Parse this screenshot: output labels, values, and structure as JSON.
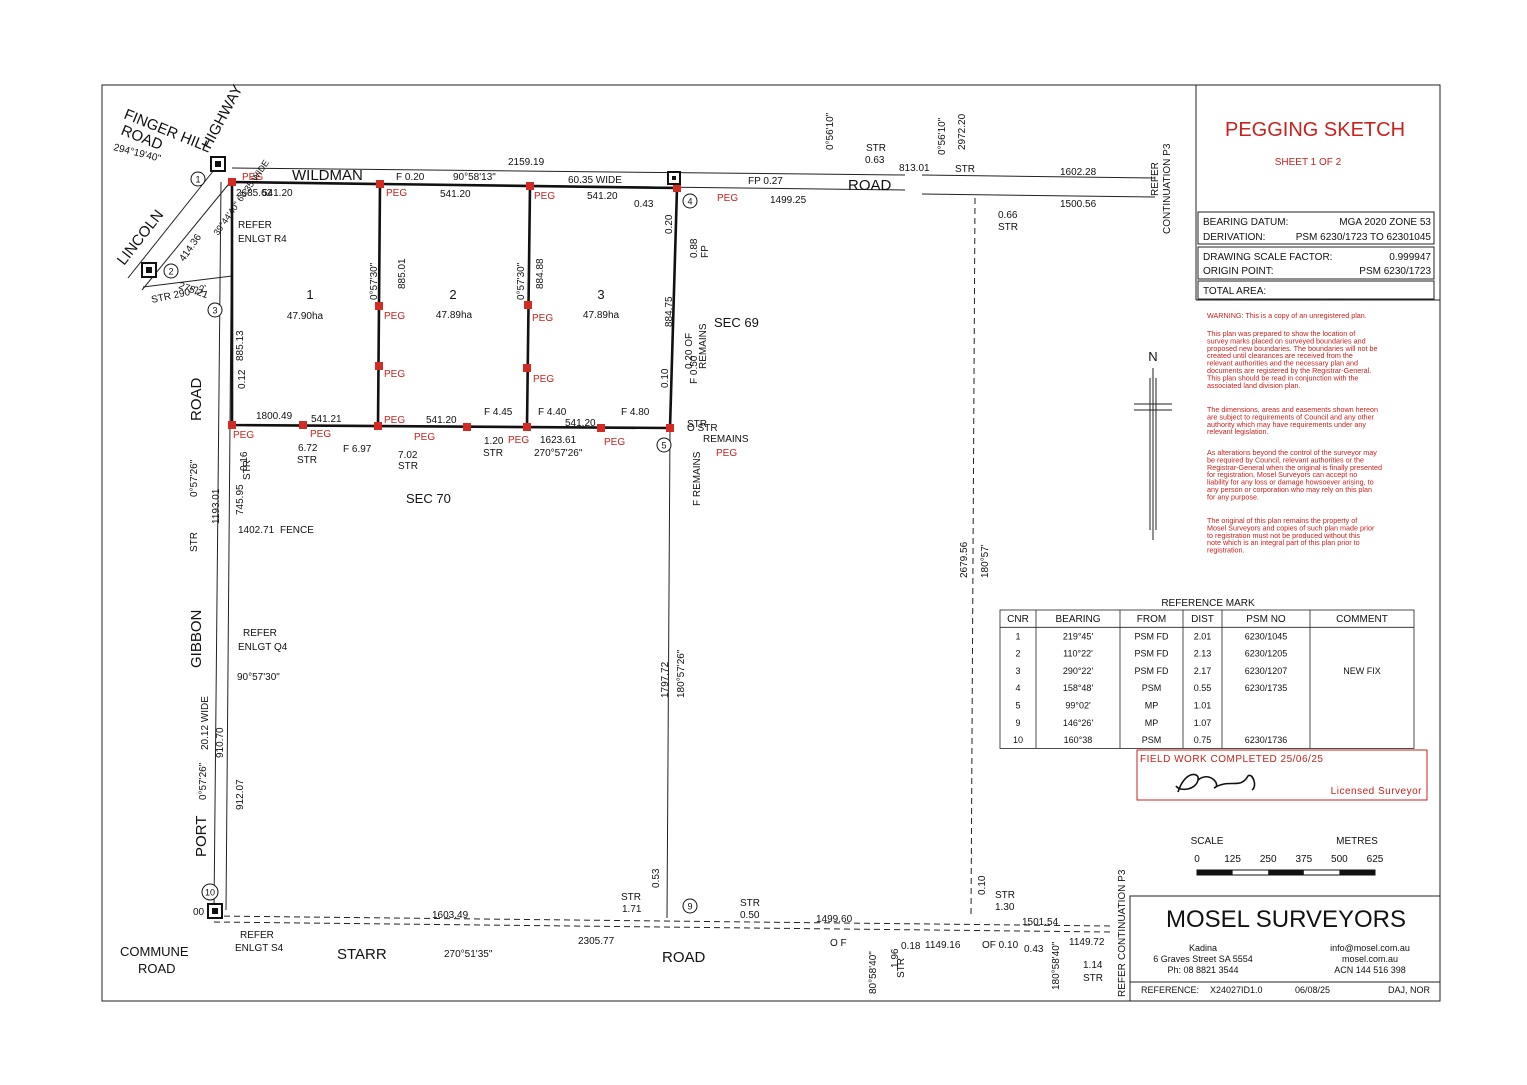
{
  "title_block": {
    "title": "PEGGING SKETCH",
    "sheet": "SHEET 1 OF 2",
    "rows": [
      {
        "label": "BEARING DATUM:",
        "value": "MGA 2020 ZONE 53"
      },
      {
        "label": "DERIVATION:",
        "value": "PSM 6230/1723 TO 62301045"
      },
      {
        "label": "DRAWING SCALE FACTOR:",
        "value": "0.999947"
      },
      {
        "label": "ORIGIN POINT:",
        "value": "PSM 6230/1723"
      },
      {
        "label": "TOTAL AREA:",
        "value": ""
      }
    ],
    "north": "N"
  },
  "notes": {
    "warning": "WARNING: This is a copy of an unregistered plan.",
    "p1": [
      "This plan was prepared to show the location of",
      "survey marks placed on surveyed boundaries and",
      "proposed new boundaries. The boundaries will not be",
      "created until clearances are received from the",
      "relevant authorities and the necessary plan and",
      "documents are registered by the Registrar-General.",
      "This plan should be read in conjunction with the",
      "associated land division plan."
    ],
    "p2": [
      "The dimensions, areas and easements shown hereon",
      "are subject to requirements of Council and any other",
      "authority which may have requirements under any",
      "relevant legislation."
    ],
    "p3": [
      "As alterations beyond the control of the surveyor may",
      "be required by Council, relevant authorities or the",
      "Registrar-General when the original is finally presented",
      "for registration, Mosel Surveyors can accept no",
      "liability for any loss or damage howsoever arising, to",
      "any person or corporation who may rely on this plan",
      "for any purpose."
    ],
    "p4": [
      "The original of this plan remains the property of",
      "Mosel Surveyors and copies of such plan made prior",
      "to registration must not be produced without this",
      "note which is an integral part of this plan prior to",
      "registration."
    ]
  },
  "reference_mark": {
    "title": "REFERENCE MARK",
    "headers": [
      "CNR",
      "BEARING",
      "FROM",
      "DIST",
      "PSM NO",
      "COMMENT"
    ],
    "rows": [
      [
        "1",
        "219°45'",
        "PSM FD",
        "2.01",
        "6230/1045",
        ""
      ],
      [
        "2",
        "110°22'",
        "PSM FD",
        "2.13",
        "6230/1205",
        ""
      ],
      [
        "3",
        "290°22'",
        "PSM FD",
        "2.17",
        "6230/1207",
        "NEW FIX"
      ],
      [
        "4",
        "158°48'",
        "PSM",
        "0.55",
        "6230/1735",
        ""
      ],
      [
        "5",
        "99°02'",
        "MP",
        "1.01",
        "",
        ""
      ],
      [
        "9",
        "146°26'",
        "MP",
        "1.07",
        "",
        ""
      ],
      [
        "10",
        "160°38",
        "PSM",
        "0.75",
        "6230/1736",
        ""
      ]
    ]
  },
  "fieldwork": {
    "completed": "FIELD WORK COMPLETED 25/06/25",
    "surveyor": "Licensed Surveyor"
  },
  "scale": {
    "label": "SCALE",
    "units": "METRES",
    "ticks": [
      "0",
      "125",
      "250",
      "375",
      "500",
      "625"
    ]
  },
  "company": {
    "name": "MOSEL SURVEYORS",
    "town": "Kadina",
    "address": "6 Graves Street SA 5554",
    "phone": "Ph: 08 8821 3544",
    "email": "info@mosel.com.au",
    "web": "mosel.com.au",
    "acn": "ACN 144 516 398",
    "reference": "REFERENCE:",
    "reference_value": "X24027ID1.0",
    "date": "06/08/25",
    "initials": "DAJ, NOR"
  },
  "plan": {
    "roads": {
      "finger_hill": "FINGER HILL",
      "road_word": "ROAD",
      "highway": "HIGHWAY",
      "lincoln": "LINCOLN",
      "wildman": "WILDMAN",
      "gibbon": "GIBBON",
      "port": "PORT",
      "commune": "COMMUNE",
      "starr": "STARR"
    },
    "sections": {
      "sec69": "SEC 69",
      "sec70": "SEC 70"
    },
    "lots": [
      {
        "num": "1",
        "area": "47.90ha"
      },
      {
        "num": "2",
        "area": "47.89ha"
      },
      {
        "num": "3",
        "area": "47.89ha"
      }
    ],
    "corners": [
      "1",
      "2",
      "3",
      "4",
      "5",
      "9",
      "10"
    ],
    "labels": {
      "peg": "PEG",
      "str": "STR",
      "fp": "FP",
      "fence": "FENCE",
      "refer_r4": "REFER",
      "refer_r4b": "ENLGT R4",
      "refer_q4": "REFER",
      "refer_q4b": "ENLGT Q4",
      "refer_s4": "REFER",
      "refer_s4b": "ENLGT S4",
      "refer_p3": "REFER",
      "refer_p3b": "CONTINUATION P3",
      "o_str_remains": "O STR",
      "remains": "REMAINS",
      "f_remains": "F REMAINS",
      "of_remains": "0.20 OF",
      "width_60": "60.35 WIDE",
      "width_2012": "20.12 WIDE",
      "width_lincoln": "39°44'40\" 60.35 WIDE",
      "of": "O F",
      "of010": "OF 0.10"
    },
    "dims": {
      "b294": "294°19'40\"",
      "d2685": "2685.62",
      "d414": "414.36",
      "d275": "275.21",
      "b290": "STR 290°22'",
      "d2159": "2159.19",
      "f020": "F 0.20",
      "b9058": "90°58'13\"",
      "d541a": "541.20",
      "d541b": "541.20",
      "d541c": "541.20",
      "d541d": "541.21",
      "d541e": "541.20",
      "d541f": "541.20",
      "d043": "0.43",
      "fp027": "FP 0.27",
      "d1499": "1499.25",
      "d813": "813.01",
      "d1602": "1602.28",
      "d1500": "1500.56",
      "d066": "0.66",
      "d063": "0.63",
      "b5610": "0°56'10\"",
      "d2972": "2972.20",
      "d088": "0.88",
      "d020": "0.20",
      "b5730": "0°57'30\"",
      "d885": "885.01",
      "d884": "884.88",
      "d88475": "884.75",
      "d88513": "885.13",
      "d012": "0.12",
      "d1800": "1800.49",
      "d672": "6.72",
      "f697": "F 6.97",
      "d702": "7.02",
      "d120": "1.20",
      "f445": "F 4.45",
      "f440": "F 4.40",
      "f480": "F 4.80",
      "d1623": "1623.61",
      "b27057": "270°57'26\"",
      "d010": "0.10",
      "f050": "F 0.50",
      "d016": "0.16",
      "b5726": "0°57'26\"",
      "d1193": "1193.01",
      "d745": "745.95",
      "d1402": "1402.71",
      "d1797": "1797.72",
      "b18057": "180°57'26\"",
      "b9057": "90°57'30\"",
      "d910": "910.70",
      "d912": "912.07",
      "d2679": "2679.56",
      "b18057b": "180°57'",
      "d1603": "1603.49",
      "d2305": "2305.77",
      "b27051": "270°51'35\"",
      "d1499b": "1499.60",
      "d053": "0.53",
      "d171": "1.71",
      "d050": "0.50",
      "d130": "1.30",
      "d1501": "1501.54",
      "d1149": "1149.16",
      "d1149b": "1149.72",
      "d018": "0.18",
      "d196": "1.96",
      "d114": "1.14",
      "b8058": "80°58'40\"",
      "b18058": "180°58'40\"",
      "d00": "00",
      "d010b": "0.10",
      "d043b": "0.43"
    }
  }
}
